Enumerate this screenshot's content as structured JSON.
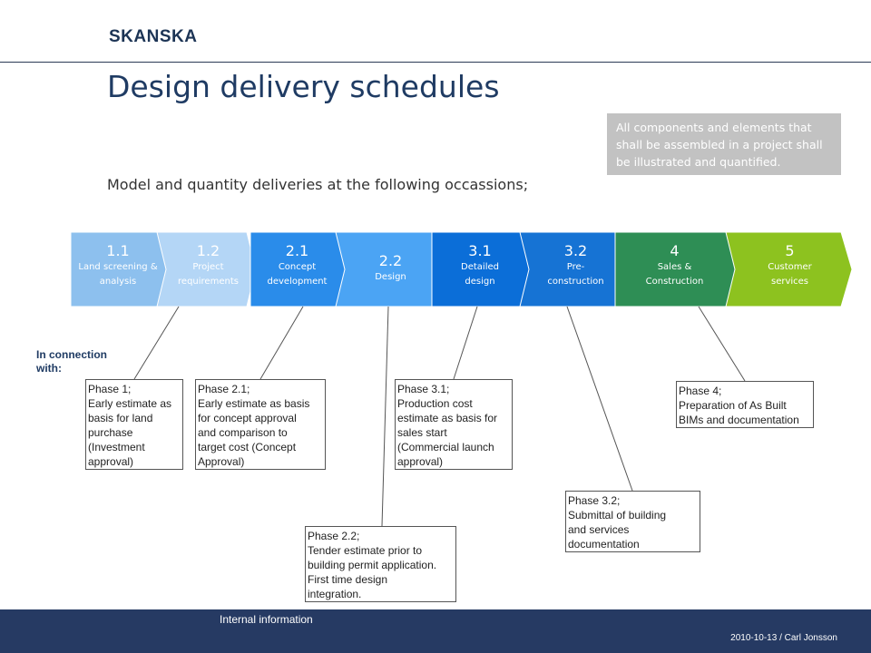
{
  "header": {
    "logo": "SKANSKA",
    "title": "Design delivery schedules",
    "note": "All components and elements that shall be assembled in a project shall be illustrated and quantified.",
    "subtitle": "Model and quantity deliveries at the following occassions;"
  },
  "phases": [
    {
      "num": "1.1",
      "name_lines": [
        "Land screening &",
        "analysis"
      ],
      "color": "#8dc0ee"
    },
    {
      "num": "1.2",
      "name_lines": [
        "Project",
        "requirements"
      ],
      "color": "#b4d6f6"
    },
    {
      "num": "2.1",
      "name_lines": [
        "Concept",
        "development"
      ],
      "color": "#2a8cea"
    },
    {
      "num": "2.2",
      "name_lines": [
        "Design"
      ],
      "color": "#4ba4f4"
    },
    {
      "num": "3.1",
      "name_lines": [
        "Detailed",
        "design"
      ],
      "color": "#0b6ed8"
    },
    {
      "num": "3.2",
      "name_lines": [
        "Pre-",
        "construction"
      ],
      "color": "#1673d4"
    },
    {
      "num": "4",
      "name_lines": [
        "Sales &",
        "Construction"
      ],
      "color": "#2e8e55"
    },
    {
      "num": "5",
      "name_lines": [
        "Customer",
        "services"
      ],
      "color": "#8dc21f"
    }
  ],
  "connection_label": "In connection with:",
  "milestones": [
    {
      "lines": [
        "Phase 1;",
        "Early estimate as",
        "basis for land",
        "purchase",
        "(Investment",
        "approval)"
      ]
    },
    {
      "lines": [
        "Phase 2.1;",
        "Early estimate as basis",
        "for concept approval",
        "and comparison to",
        "target cost (Concept",
        "Approval)"
      ]
    },
    {
      "lines": [
        "Phase 2.2;",
        "Tender estimate prior to",
        "building permit application.",
        "First time design",
        "integration."
      ]
    },
    {
      "lines": [
        "Phase 3.1;",
        "Production cost",
        "estimate as basis for",
        "sales start",
        "(Commercial launch",
        "approval)"
      ]
    },
    {
      "lines": [
        "Phase 3.2;",
        "Submittal of building",
        "and services",
        "documentation"
      ]
    },
    {
      "lines": [
        "Phase 4;",
        "Preparation of As Built",
        "BIMs and documentation"
      ]
    }
  ],
  "footer": {
    "classification": "Internal information",
    "date_author": "2010-10-13 / Carl Jonsson"
  }
}
